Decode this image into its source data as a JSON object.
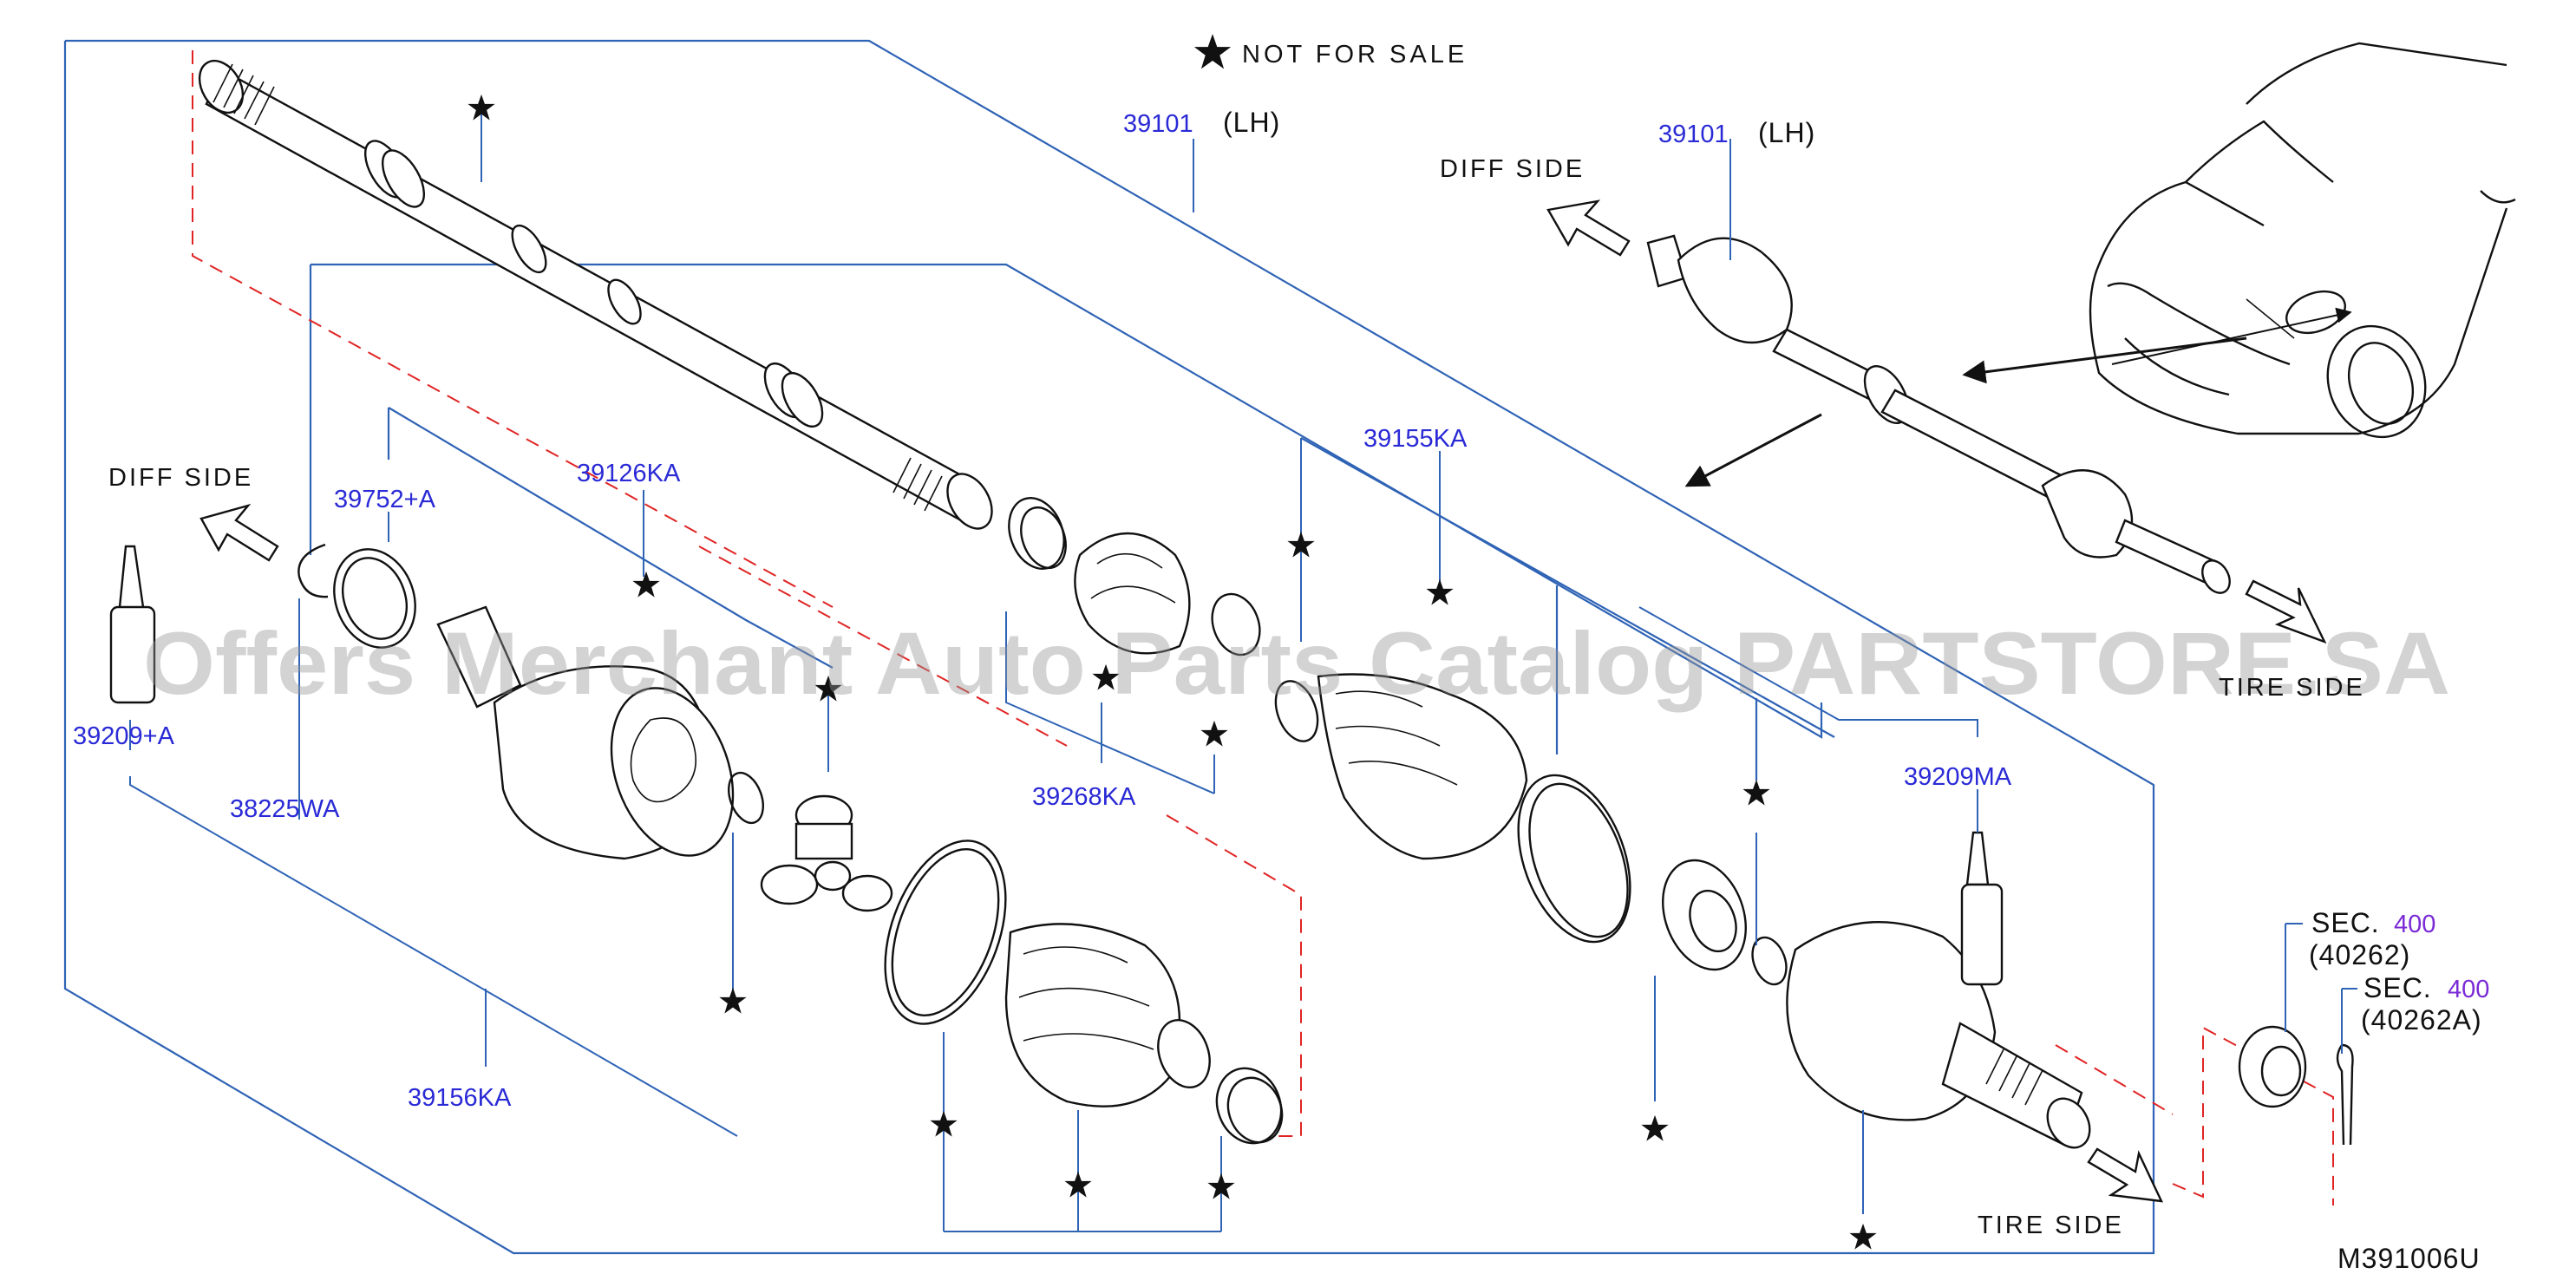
{
  "legend": {
    "note_text": "NOT FOR SALE"
  },
  "diagram_code": "M391006U",
  "watermark": "Offers Merchant Auto Parts Catalog PARTSTORE.SA",
  "direction_labels": {
    "diff_side_main": "DIFF  SIDE",
    "diff_side_inset": "DIFF  SIDE",
    "tire_side_inset": "TIRE  SIDE",
    "tire_side_main": "TIRE  SIDE"
  },
  "callouts": {
    "c39101_main": {
      "part": "39101",
      "suffix": "(LH)"
    },
    "c39101_inset": {
      "part": "39101",
      "suffix": "(LH)"
    },
    "c39155KA": "39155KA",
    "c39126KA": "39126KA",
    "c39752A": "39752+A",
    "c39209A": "39209+A",
    "c38225WA": "38225WA",
    "c39268KA": "39268KA",
    "c39156KA": "39156KA",
    "c39209MA": "39209MA",
    "sec400_a": {
      "sec": "SEC.",
      "num": "400",
      "ref": "(40262)"
    },
    "sec400_b": {
      "sec": "SEC.",
      "num": "400",
      "ref": "(40262A)"
    }
  },
  "colors": {
    "callout_text": "#2a2ad6",
    "section_ref": "#7a2ad6",
    "frame_lines": "#2f63b5",
    "dashed_guides": "#e02424",
    "line_art": "#111111"
  }
}
